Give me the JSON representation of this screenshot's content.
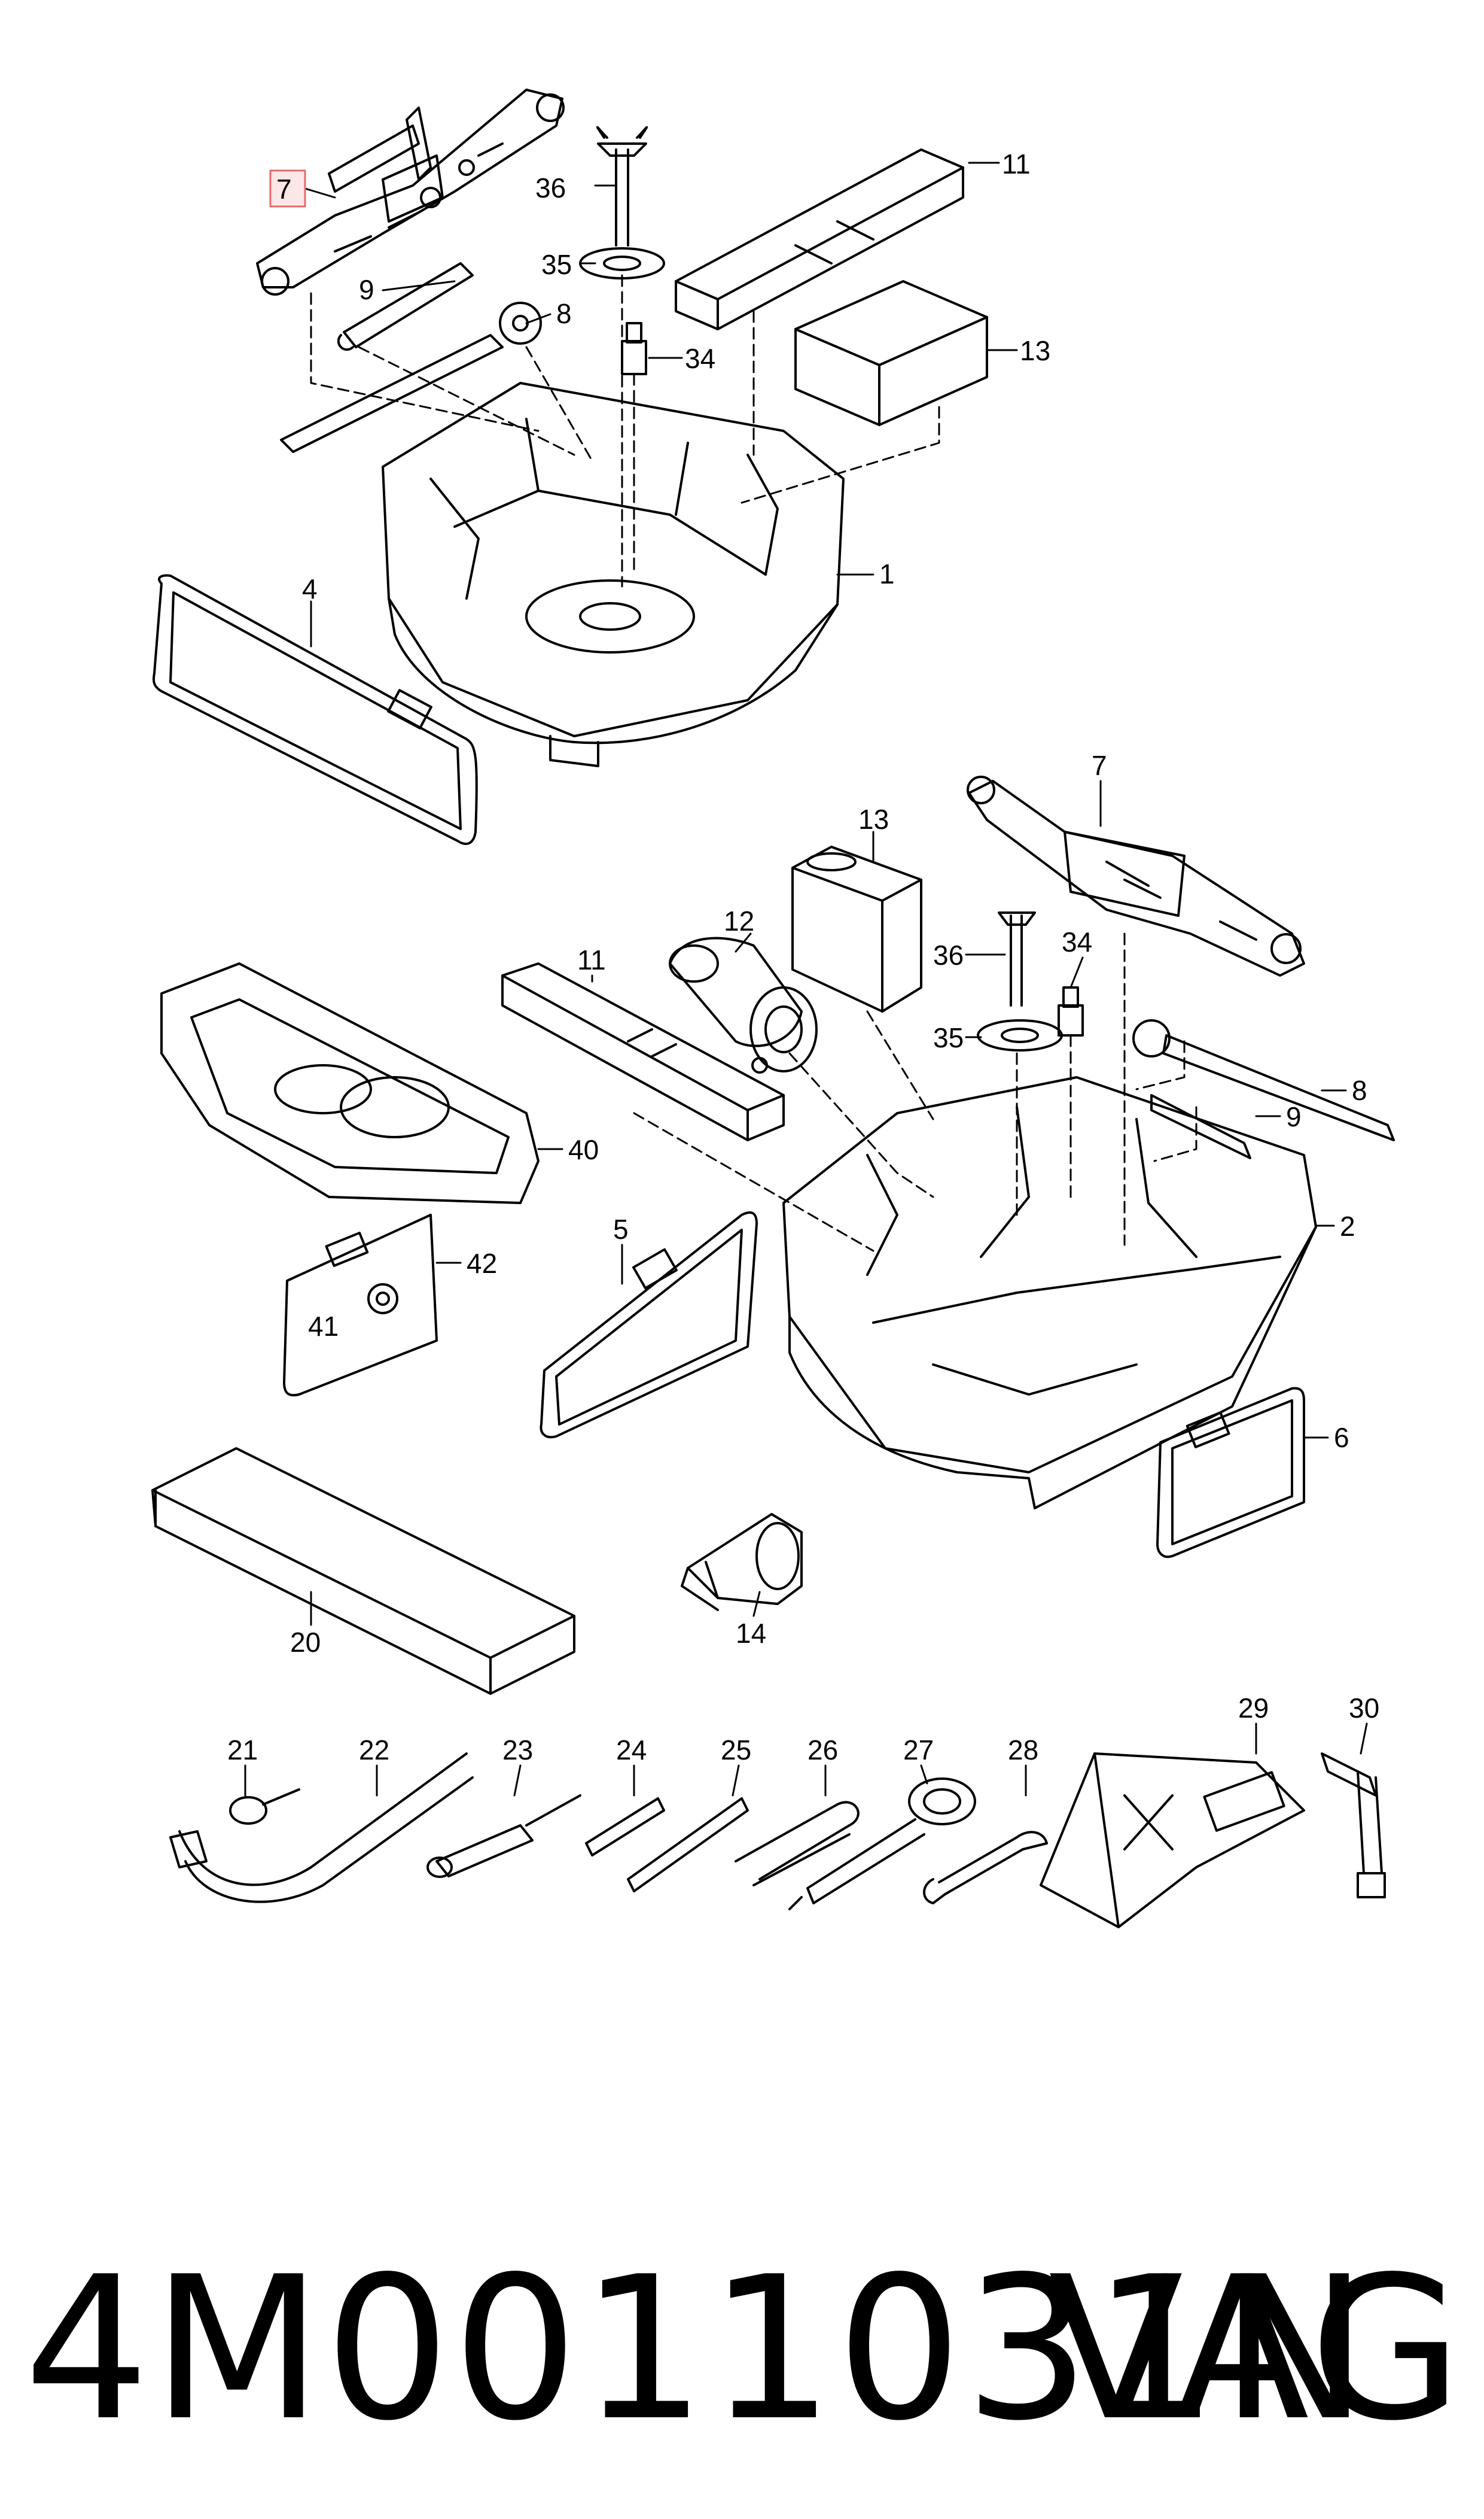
{
  "diagram": {
    "callouts": [
      "7",
      "36",
      "11",
      "9",
      "35",
      "8",
      "34",
      "13",
      "1",
      "4",
      "7",
      "13",
      "12",
      "11",
      "36",
      "34",
      "35",
      "8",
      "9",
      "2",
      "40",
      "5",
      "42",
      "41",
      "6",
      "14",
      "20",
      "21",
      "22",
      "23",
      "24",
      "25",
      "26",
      "27",
      "28",
      "29",
      "30"
    ]
  },
  "footer": {
    "part_number": "4M0011031N",
    "brand": "VAG"
  },
  "colors": {
    "line": "#000000",
    "highlight_fill": "#fde6e6",
    "highlight_stroke": "#e36b6b"
  }
}
